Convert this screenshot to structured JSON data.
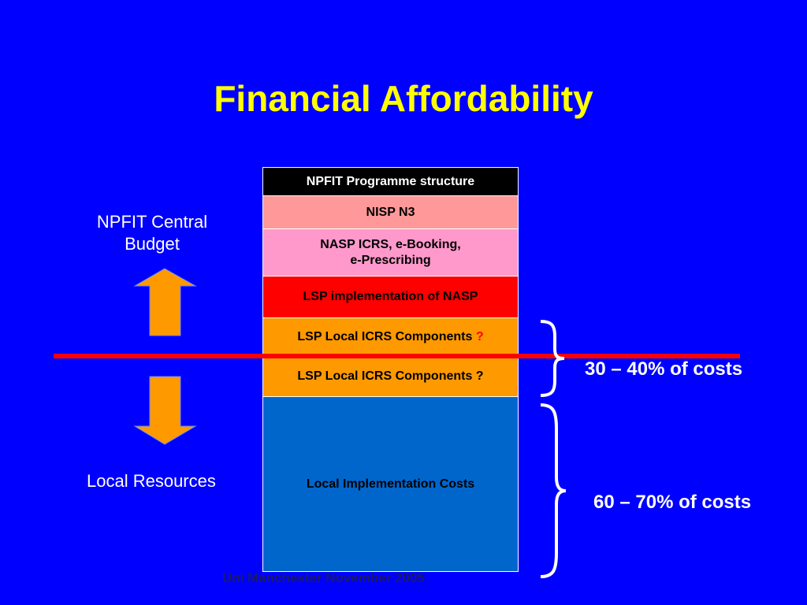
{
  "title": "Financial Affordability",
  "stack": {
    "header": "NPFIT Programme structure",
    "nisp": "NISP N3",
    "nasp_line1": "NASP ICRS, e-Booking,",
    "nasp_line2": "e-Prescribing",
    "lsp_impl": "LSP implementation of NASP",
    "lsp_local_upper": "LSP Local ICRS Components",
    "lsp_local_upper_q": "?",
    "lsp_local_lower": "LSP Local ICRS Components ?",
    "local_costs": "Local Implementation Costs"
  },
  "labels": {
    "central_line1": "NPFIT Central",
    "central_line2": "Budget",
    "local": "Local Resources"
  },
  "percentages": {
    "upper": "30 – 40% of costs",
    "lower": "60 – 70% of costs"
  },
  "footer": "Uni Manchester November 2005",
  "colors": {
    "background": "#0000ff",
    "title": "#ffff00",
    "arrow": "#ff9900",
    "divider": "#ff0000",
    "header_block": "#000000",
    "nisp_block": "#ff9999",
    "nasp_block": "#ff99cc",
    "lsp_impl_block": "#ff0000",
    "lsp_local_block": "#ff9900",
    "local_costs_block": "#0066cc"
  },
  "icons": [
    "up-arrow-icon",
    "down-arrow-icon",
    "upper-brace-icon",
    "lower-brace-icon"
  ]
}
